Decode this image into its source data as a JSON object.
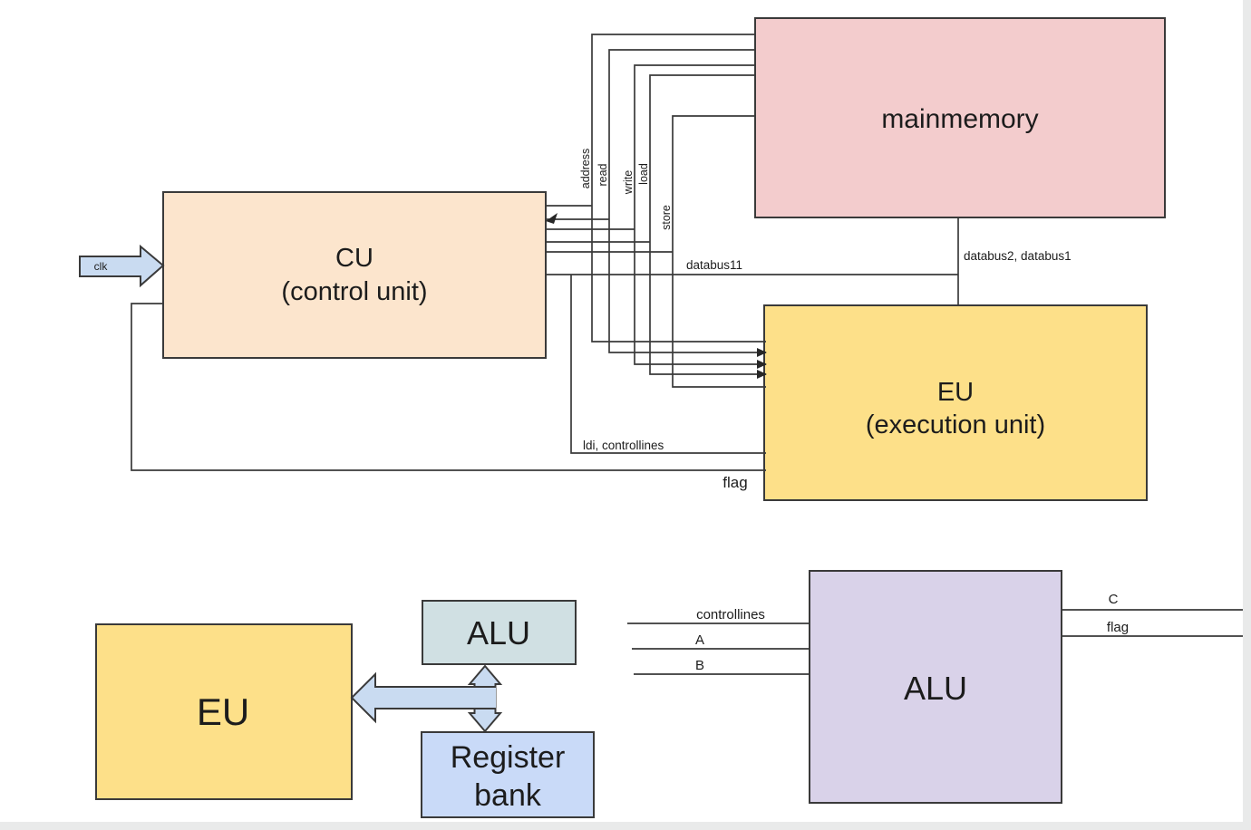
{
  "diagram": {
    "background": "#FFFFFF",
    "edge_strip_color": "#E9EAEA",
    "line_color": "#3A3A3A",
    "arrow_fill": "#C9DBF1"
  },
  "top": {
    "cu": {
      "title": "CU",
      "subtitle": "(control unit)",
      "fill": "#FCE5CD"
    },
    "mainmemory": {
      "title": "mainmemory",
      "fill": "#F3CCCD"
    },
    "eu": {
      "title": "EU",
      "subtitle": "(execution unit)",
      "fill": "#FDE089"
    },
    "clk_label": "clk",
    "bus_labels": {
      "address": "address",
      "read": "read",
      "write": "write",
      "load": "load",
      "store": "store"
    },
    "databus11_label": "databus11",
    "databus21_label": "databus2, databus1",
    "ldi_label": "ldi, controllines",
    "flag_label": "flag"
  },
  "bottom_left": {
    "eu": {
      "title": "EU",
      "fill": "#FDE089"
    },
    "alu": {
      "title": "ALU",
      "fill": "#D0E0E3"
    },
    "register_bank": {
      "line1": "Register",
      "line2": "bank",
      "fill": "#C9DAF8"
    }
  },
  "bottom_right": {
    "alu": {
      "title": "ALU",
      "fill": "#D9D2E9"
    },
    "inputs": {
      "controllines": "controllines",
      "a": "A",
      "b": "B"
    },
    "outputs": {
      "c": "C",
      "flag": "flag"
    }
  }
}
